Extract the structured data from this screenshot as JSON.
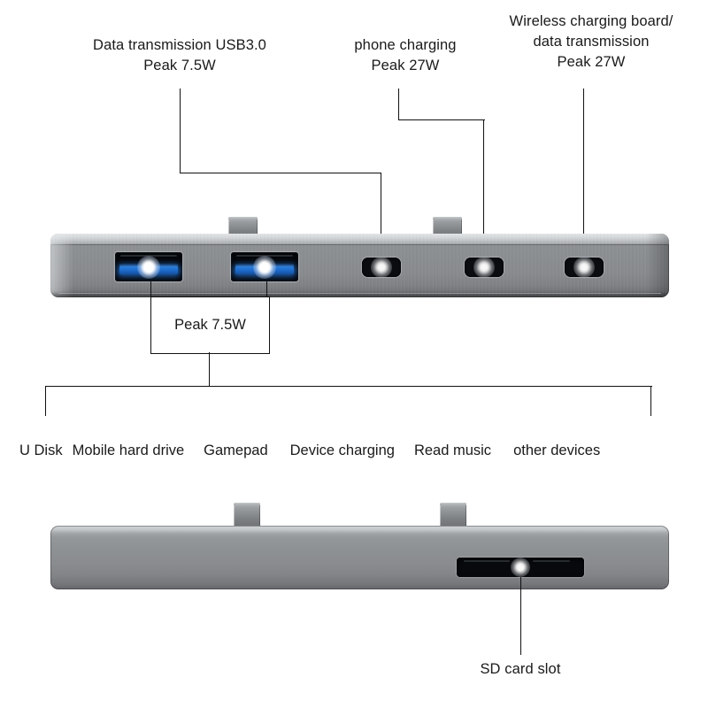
{
  "diagram": {
    "title_callouts": {
      "usb_a": "Data transmission USB3.0\nPeak 7.5W",
      "phone_charging": "phone charging\nPeak 27W",
      "wireless": "Wireless charging board/\ndata transmission\nPeak 27W"
    },
    "peak_box_label": "Peak 7.5W",
    "feature_list": [
      "U Disk",
      "Mobile hard drive",
      "Gamepad",
      "Device charging",
      "Read music",
      "other devices"
    ],
    "sd_card_label": "SD card slot",
    "colors": {
      "line": "#111111",
      "text": "#1a1a1a",
      "body_light": "#cfd2d4",
      "body_mid": "#8a8d90",
      "body_dark": "#5f6164",
      "usb_blue": "#1f6fd0",
      "port_black": "#05070a",
      "glow_white": "#ffffff"
    },
    "top_device": {
      "name": "port-face-view",
      "ports": [
        {
          "type": "usb-a",
          "label": "Data transmission USB3.0",
          "peak": "Peak 7.5W"
        },
        {
          "type": "usb-a",
          "label": "Data transmission USB3.0",
          "peak": "Peak 7.5W"
        },
        {
          "type": "usb-c",
          "label": "phone charging",
          "peak": "Peak 27W"
        },
        {
          "type": "usb-c",
          "label": "phone charging",
          "peak": "Peak 27W"
        },
        {
          "type": "usb-c",
          "label": "Wireless charging board/data transmission",
          "peak": "Peak 27W"
        }
      ]
    },
    "bottom_device": {
      "name": "back-face-view",
      "ports": [
        {
          "type": "sd-card",
          "label": "SD card slot"
        }
      ]
    }
  }
}
